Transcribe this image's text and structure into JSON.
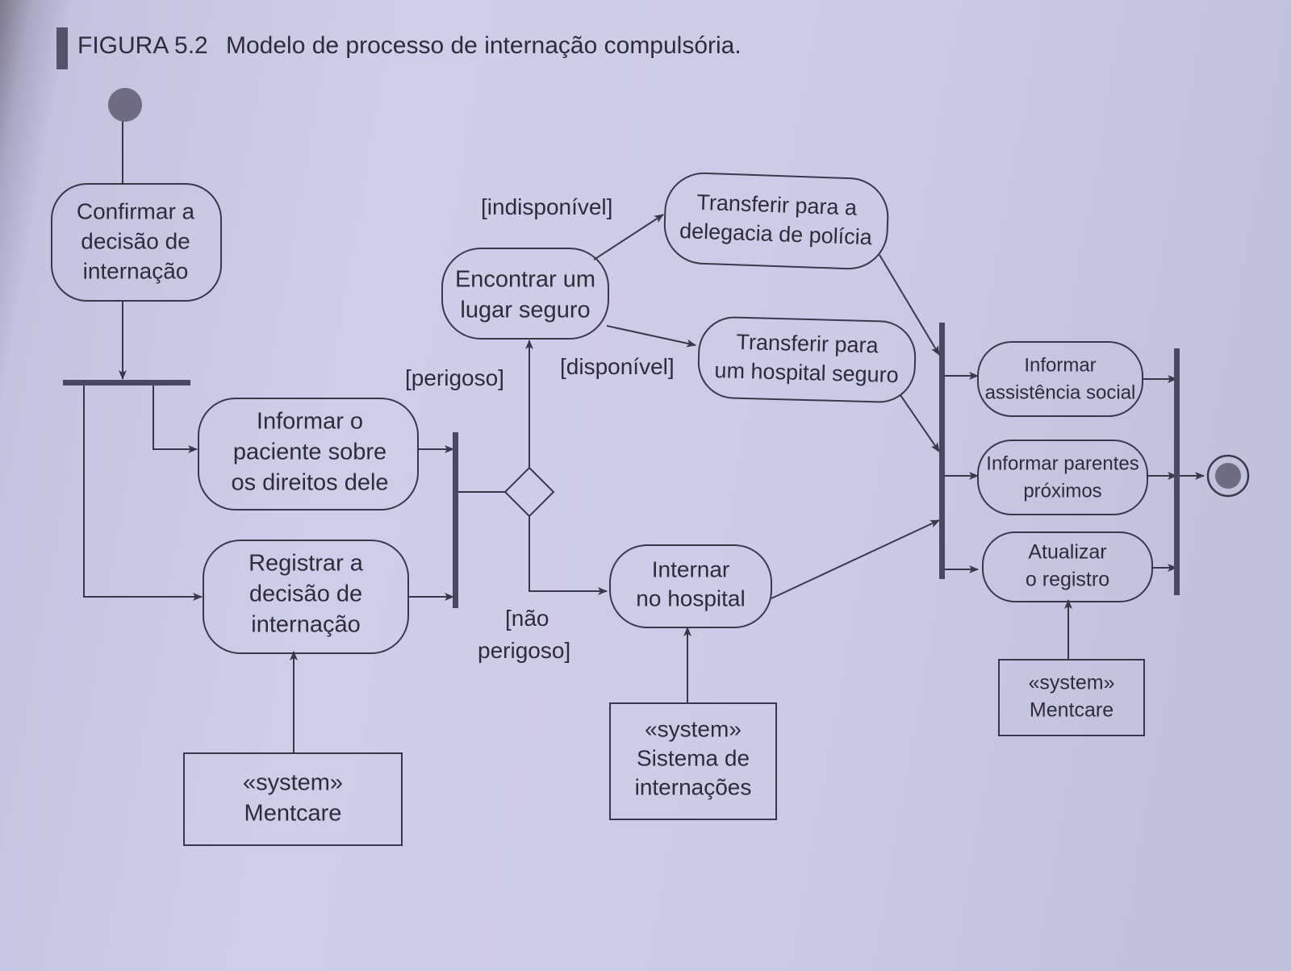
{
  "figure": {
    "label": "FIGURA 5.2",
    "title": "Modelo de processo de internação compulsória."
  },
  "activities": {
    "confirm_decision": [
      "Confirmar a",
      "decisão de",
      "internação"
    ],
    "inform_patient": [
      "Informar o",
      "paciente sobre",
      "os direitos dele"
    ],
    "record_decision": [
      "Registrar a",
      "decisão de",
      "internação"
    ],
    "find_safe_place": [
      "Encontrar um",
      "lugar seguro"
    ],
    "transfer_police": [
      "Transferir para a",
      "delegacia de polícia"
    ],
    "transfer_hospital": [
      "Transferir para",
      "um hospital seguro"
    ],
    "admit_hospital": [
      "Internar",
      "no hospital"
    ],
    "inform_social_care": [
      "Informar",
      "assistência social"
    ],
    "inform_next_of_kin": [
      "Informar parentes",
      "próximos"
    ],
    "update_register": [
      "Atualizar",
      "o registro"
    ]
  },
  "guards": {
    "unavailable": "[indisponível]",
    "available": "[disponível]",
    "dangerous": "[perigoso]",
    "not_dangerous": [
      "[não",
      "perigoso]"
    ]
  },
  "systems": {
    "mentcare_left": [
      "«system»",
      "Mentcare"
    ],
    "admissions": [
      "«system»",
      "Sistema de",
      "internações"
    ],
    "mentcare_right": [
      "«system»",
      "Mentcare"
    ]
  }
}
